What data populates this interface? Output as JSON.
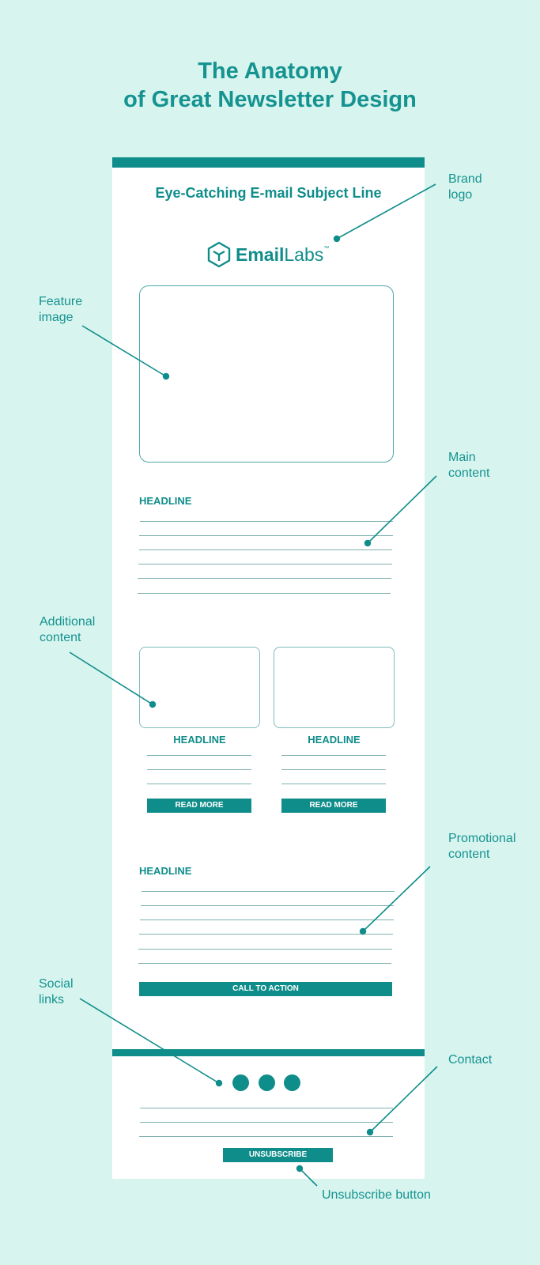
{
  "title": {
    "line1": "The Anatomy",
    "line2": "of Great Newsletter Design"
  },
  "newsletter": {
    "subject_line": "Eye-Catching E-mail Subject Line",
    "logo": {
      "bold": "Email",
      "light": "Labs",
      "tm": "™",
      "icon": "cube-hexagon-icon"
    },
    "main_headline": "HEADLINE",
    "col1_headline": "HEADLINE",
    "col2_headline": "HEADLINE",
    "read_more_1": "READ MORE",
    "read_more_2": "READ MORE",
    "promo_headline": "HEADLINE",
    "call_to_action": "CALL TO ACTION",
    "unsubscribe": "UNSUBSCRIBE"
  },
  "annotations": {
    "brand_logo": [
      "Brand",
      "logo"
    ],
    "feature_image": [
      "Feature",
      "image"
    ],
    "main_content": [
      "Main",
      "content"
    ],
    "additional_content": [
      "Additional",
      "content"
    ],
    "promotional_content": [
      "Promotional",
      "content"
    ],
    "social_links": [
      "Social",
      "links"
    ],
    "contact": [
      "Contact"
    ],
    "unsubscribe_button": [
      "Unsubscribe button"
    ]
  },
  "colors": {
    "background": "#d8f4ee",
    "accent": "#0f8d8a",
    "line": "#7fb2b1",
    "paper": "#ffffff"
  }
}
